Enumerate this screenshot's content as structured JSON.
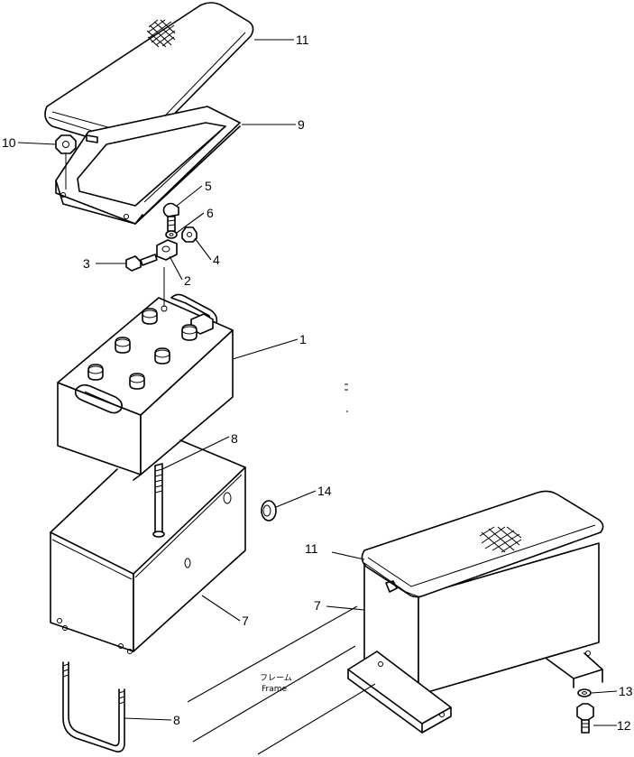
{
  "callouts": {
    "c1": "1",
    "c2": "2",
    "c3": "3",
    "c4": "4",
    "c5": "5",
    "c6": "6",
    "c7a": "7",
    "c7b": "7",
    "c8a": "8",
    "c8b": "8",
    "c9": "9",
    "c10": "10",
    "c11a": "11",
    "c11b": "11",
    "c12": "12",
    "c13": "13",
    "c14": "14"
  },
  "frame_label": {
    "jp": "フレーム",
    "en": "Frame"
  }
}
